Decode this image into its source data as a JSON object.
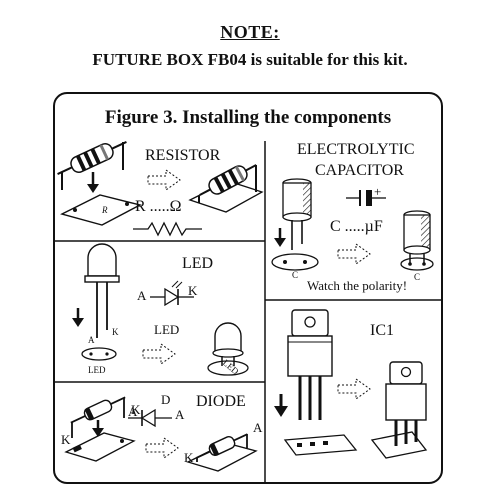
{
  "header": {
    "note_title": "NOTE:",
    "note_text": "FUTURE BOX FB04 is suitable for this kit."
  },
  "figure": {
    "title": "Figure 3. Installing the components",
    "resistor": {
      "label": "RESISTOR",
      "value_label": "R .....Ω",
      "board_mark": "R"
    },
    "capacitor": {
      "label_line1": "ELECTROLYTIC",
      "label_line2": "CAPACITOR",
      "value_label": "C .....µF",
      "board_mark": "C",
      "board_mark_right": "C",
      "polarity_note": "Watch the polarity!",
      "plus_sign": "+"
    },
    "led": {
      "label": "LED",
      "symbol_label": "LED",
      "anode": "A",
      "cathode": "K",
      "leg_anode": "A",
      "leg_cathode": "K",
      "board_mark": "LED",
      "board_mark_right": "LED"
    },
    "ic": {
      "label": "IC1"
    },
    "diode": {
      "label": "DIODE",
      "symbol_label": "D",
      "anode": "A",
      "cathode": "K",
      "leg_anode": "A",
      "leg_cathode": "K",
      "right_anode": "A",
      "right_cathode": "K"
    }
  },
  "colors": {
    "ink": "#111111",
    "paper": "#ffffff",
    "shade": "#bbbbbb"
  }
}
